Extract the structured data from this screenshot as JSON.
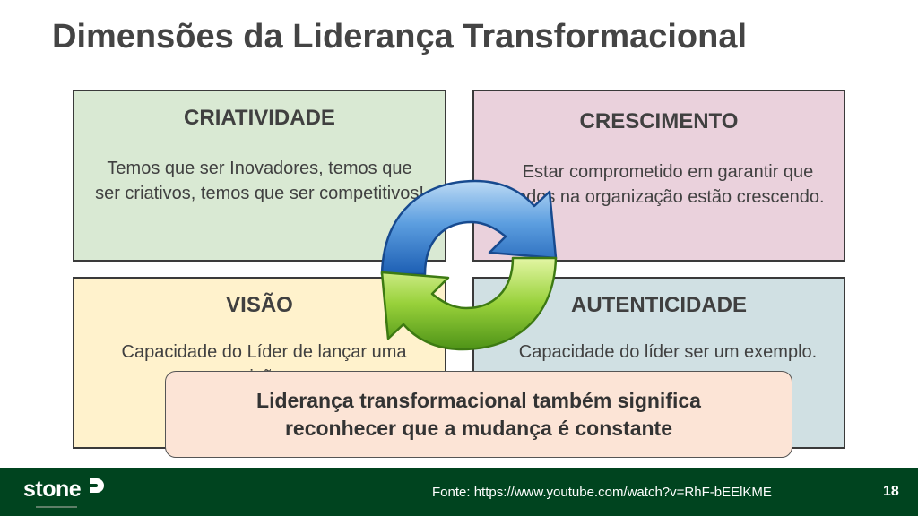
{
  "slide": {
    "title": "Dimensões da Liderança Transformacional"
  },
  "boxes": {
    "criatividade": {
      "heading": "CRIATIVIDADE",
      "text": "Temos que ser Inovadores, temos que ser criativos, temos que ser competitivos!",
      "bg": "#d9e9d3"
    },
    "crescimento": {
      "heading": "CRESCIMENTO",
      "text": "Estar comprometido em garantir que todos na organização estão crescendo.",
      "bg": "#ead1dc"
    },
    "visao": {
      "heading": "VISÃO",
      "text": "Capacidade do Líder de lançar uma visão.",
      "bg": "#fff2cc"
    },
    "autenticidade": {
      "heading": "AUTENTICIDADE",
      "text": "Capacidade do líder ser um exemplo.",
      "bg": "#d0e0e3"
    }
  },
  "callout": {
    "line1": "Liderança transformacional também significa",
    "line2": "reconhecer que a mudança é constante",
    "bg": "#fce4d6"
  },
  "footer": {
    "brand": "stone",
    "source": "Fonte: https://www.youtube.com/watch?v=RhF-bEElKME",
    "page_number": "18",
    "bg": "#00441f"
  },
  "icons": {
    "cycle": "refresh-cycle-icon",
    "logo_mark": "stone-logo-mark-icon"
  }
}
